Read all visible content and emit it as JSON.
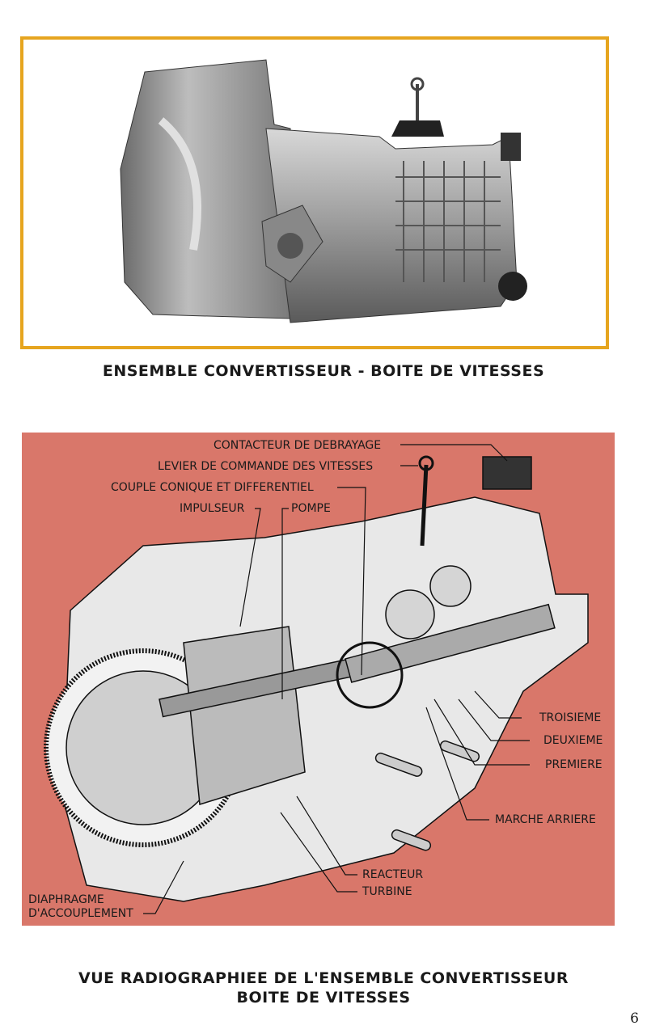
{
  "top_figure": {
    "caption": "ENSEMBLE CONVERTISSEUR - BOITE DE VITESSES",
    "frame_color": "#e6a51f"
  },
  "cutaway_figure": {
    "background_color": "#d9776a",
    "labels": {
      "contacteur": "CONTACTEUR DE DEBRAYAGE",
      "levier": "LEVIER DE COMMANDE DES VITESSES",
      "couple": "COUPLE CONIQUE ET DIFFERENTIEL",
      "impulseur": "IMPULSEUR",
      "pompe": "POMPE",
      "troisieme": "TROISIEME",
      "deuxieme": "DEUXIEME",
      "premiere": "PREMIERE",
      "marche_arriere": "MARCHE ARRIERE",
      "reacteur": "REACTEUR",
      "turbine": "TURBINE",
      "diaphragme_1": "DIAPHRAGME",
      "diaphragme_2": "D'ACCOUPLEMENT"
    },
    "caption_line1": "VUE RADIOGRAPHIEE DE L'ENSEMBLE CONVERTISSEUR",
    "caption_line2": "BOITE DE VITESSES"
  },
  "page_number": "6"
}
